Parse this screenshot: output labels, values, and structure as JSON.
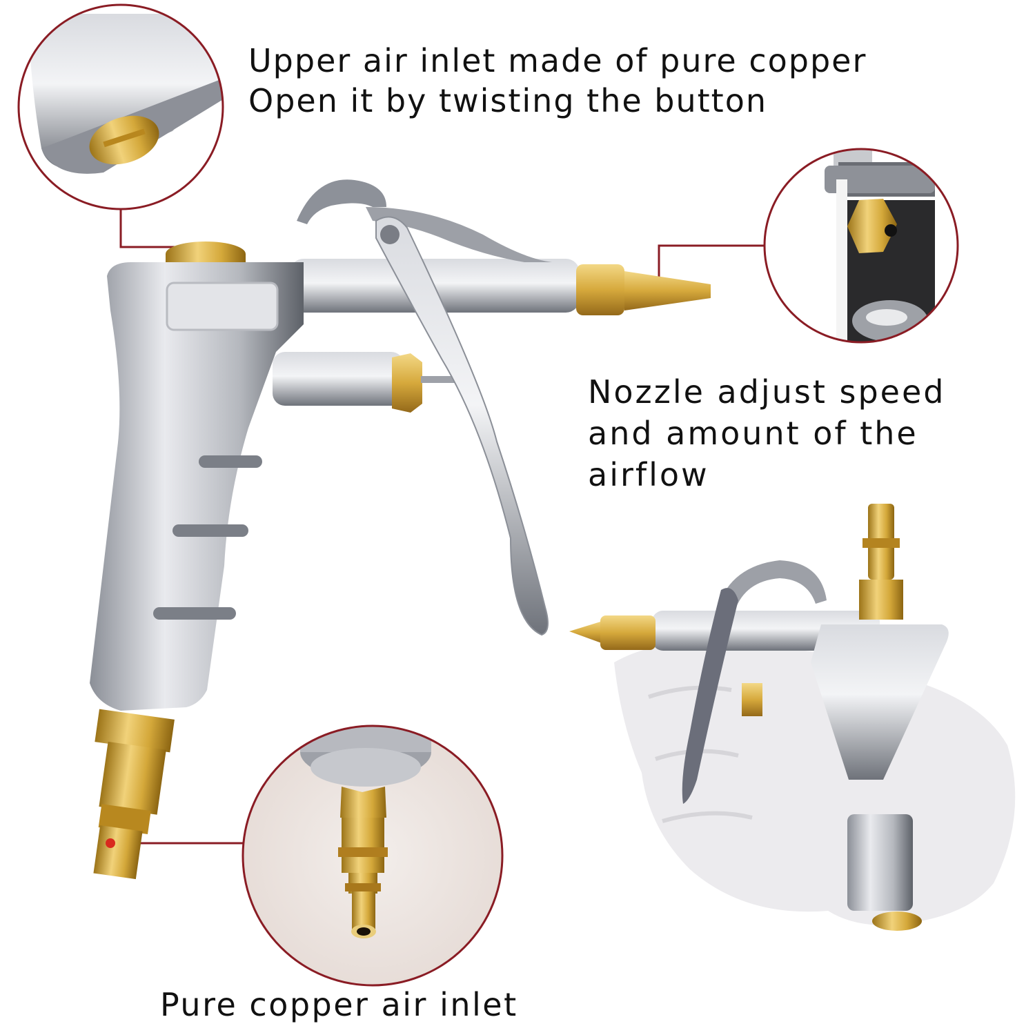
{
  "infographic": {
    "subject": "Air blow gun with brass nozzle and quick-connect inlet",
    "callouts": [
      {
        "id": "upper-inlet",
        "lines": [
          "Upper air inlet made of pure copper",
          "Open it by twisting the button"
        ]
      },
      {
        "id": "nozzle",
        "lines": [
          "Nozzle adjust speed",
          "and amount of the",
          "airflow"
        ]
      },
      {
        "id": "bottom-inlet",
        "lines": [
          "Pure copper air inlet"
        ]
      }
    ],
    "colors": {
      "callout_line": "#8a1c24",
      "brass": "#d4a83a",
      "brass_dark": "#a47a1c",
      "aluminum": "#c9cbd0",
      "aluminum_dark": "#6f737b",
      "glove": "#ecebee",
      "text": "#111111",
      "bubble_bg": "#ede7e3"
    }
  }
}
